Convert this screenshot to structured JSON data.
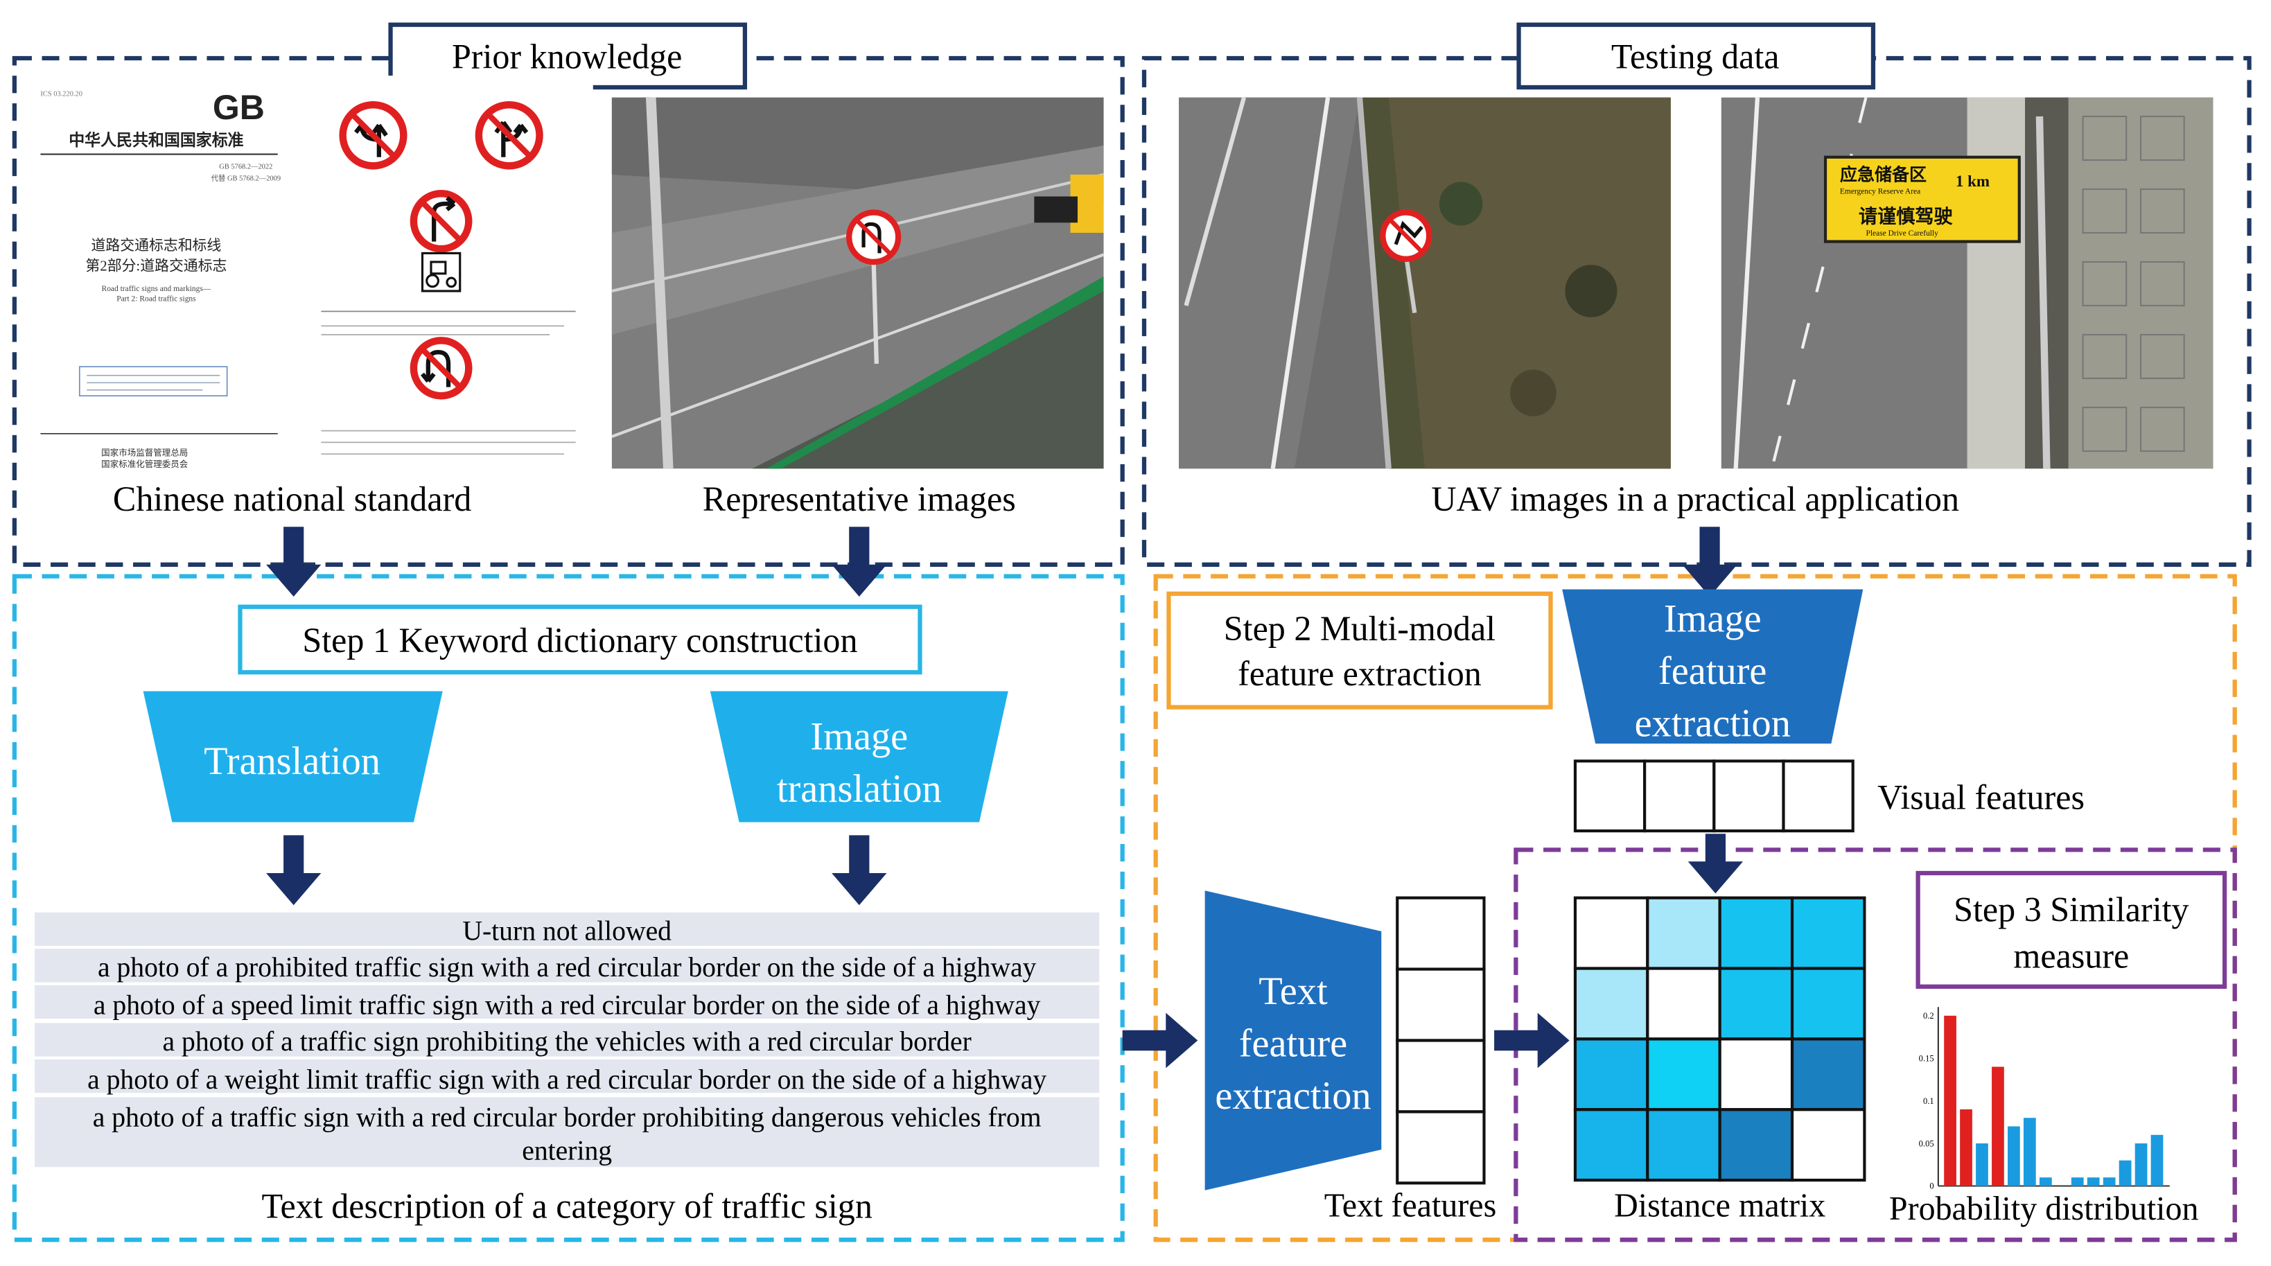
{
  "colors": {
    "navy": "#1f3864",
    "cyan": "#29b6e6",
    "orange": "#f4a533",
    "purple": "#7d3c98",
    "arrow": "#1a2f66",
    "trap_light": "#1fb0ec",
    "trap_dark": "#1f6fbf",
    "text_row_bg": "#e4e6ef",
    "bar_red": "#e0211f",
    "bar_blue": "#1a9be0"
  },
  "panels": {
    "prior_knowledge": {
      "title": "Prior knowledge",
      "captions": [
        "Chinese national standard",
        "Representative images"
      ]
    },
    "testing_data": {
      "title": "Testing data",
      "caption": "UAV images in a practical application",
      "sign_text": [
        "应急储备区",
        "Emergency Reserve Area",
        "1 km",
        "请谨慎驾驶",
        "Please Drive Carefully"
      ]
    },
    "standard_doc": {
      "logo": "GB",
      "header": "中华人民共和国国家标准",
      "title_lines": [
        "道路交通标志和标线",
        "第2部分:道路交通标志"
      ],
      "subtitle_lines": [
        "Road traffic signs and markings—",
        "Part 2: Road traffic signs"
      ],
      "issuer_lines": [
        "国家市场监督管理总局",
        "国家标准化管理委员会"
      ]
    },
    "step1": {
      "title": "Step 1 Keyword dictionary construction",
      "translation": "Translation",
      "image_translation": [
        "Image",
        "translation"
      ],
      "text_rows": [
        "U-turn not allowed",
        "a photo of a prohibited traffic sign with a red circular border on the side of a highway",
        "a photo of a speed limit traffic sign with a red circular border on the side of a highway",
        "a photo of a traffic sign prohibiting the vehicles with a red circular border",
        "a photo of a weight limit traffic sign with a red circular border on the side of a highway",
        "a photo of a traffic sign with a red circular border prohibiting dangerous vehicles from",
        "entering"
      ],
      "caption": "Text description of a category of traffic sign"
    },
    "step2": {
      "title": [
        "Step 2 Multi-modal",
        "feature extraction"
      ],
      "image_feature_extraction": [
        "Image",
        "feature",
        "extraction"
      ],
      "visual_features": "Visual features",
      "text_feature_extraction": [
        "Text",
        "feature",
        "extraction"
      ],
      "text_features": "Text features"
    },
    "step3": {
      "title": [
        "Step 3 Similarity",
        "measure"
      ],
      "distance_matrix": "Distance matrix",
      "probability_distribution": "Probability distribution",
      "matrix_colors": [
        [
          "#ffffff",
          "#a8e6fa",
          "#16c2f0",
          "#16c2f0"
        ],
        [
          "#a8e6fa",
          "#ffffff",
          "#16c2f0",
          "#16c2f0"
        ],
        [
          "#16b4ea",
          "#0fd0f5",
          "#ffffff",
          "#1a80c0"
        ],
        [
          "#16b4ea",
          "#16b4ea",
          "#1a80c0",
          "#ffffff"
        ]
      ]
    }
  },
  "chart_data": {
    "type": "bar",
    "title": "",
    "xlabel": "",
    "ylabel": "",
    "ylim": [
      0,
      0.2
    ],
    "yticks": [
      "0.2",
      "0.15",
      "0.1",
      "0.05",
      "0"
    ],
    "values": [
      0.2,
      0.09,
      0.05,
      0.14,
      0.07,
      0.08,
      0.01,
      0.0,
      0.01,
      0.01,
      0.01,
      0.03,
      0.05,
      0.06
    ],
    "colors": [
      "red",
      "red",
      "blue",
      "red",
      "blue",
      "blue",
      "blue",
      "blue",
      "blue",
      "blue",
      "blue",
      "blue",
      "blue",
      "blue"
    ]
  }
}
